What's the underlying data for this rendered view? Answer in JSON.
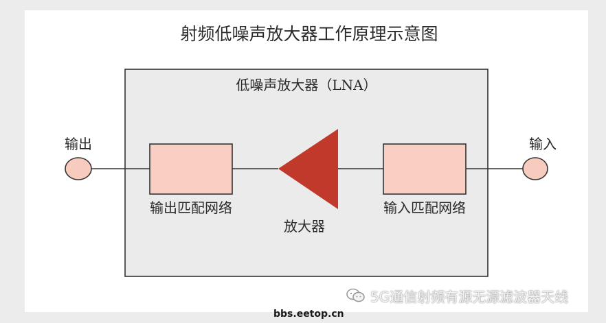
{
  "title": "射频低噪声放大器工作原理示意图",
  "lna_box": {
    "label": "低噪声放大器（LNA）"
  },
  "output": {
    "label": "输出"
  },
  "input": {
    "label": "输入"
  },
  "output_matching": {
    "label": "输出匹配网络"
  },
  "input_matching": {
    "label": "输入匹配网络"
  },
  "amplifier": {
    "label": "放大器"
  },
  "watermark": {
    "text": "5G通信射频有源无源滤波器天线"
  },
  "footer": {
    "url": "bbs.eetop.cn"
  },
  "colors": {
    "amplifier": "#c0392b",
    "matching_fill": "#f8cfc2",
    "port_fill": "#f7cbbd",
    "lna_fill": "#ebebeb",
    "stroke": "#333333"
  }
}
